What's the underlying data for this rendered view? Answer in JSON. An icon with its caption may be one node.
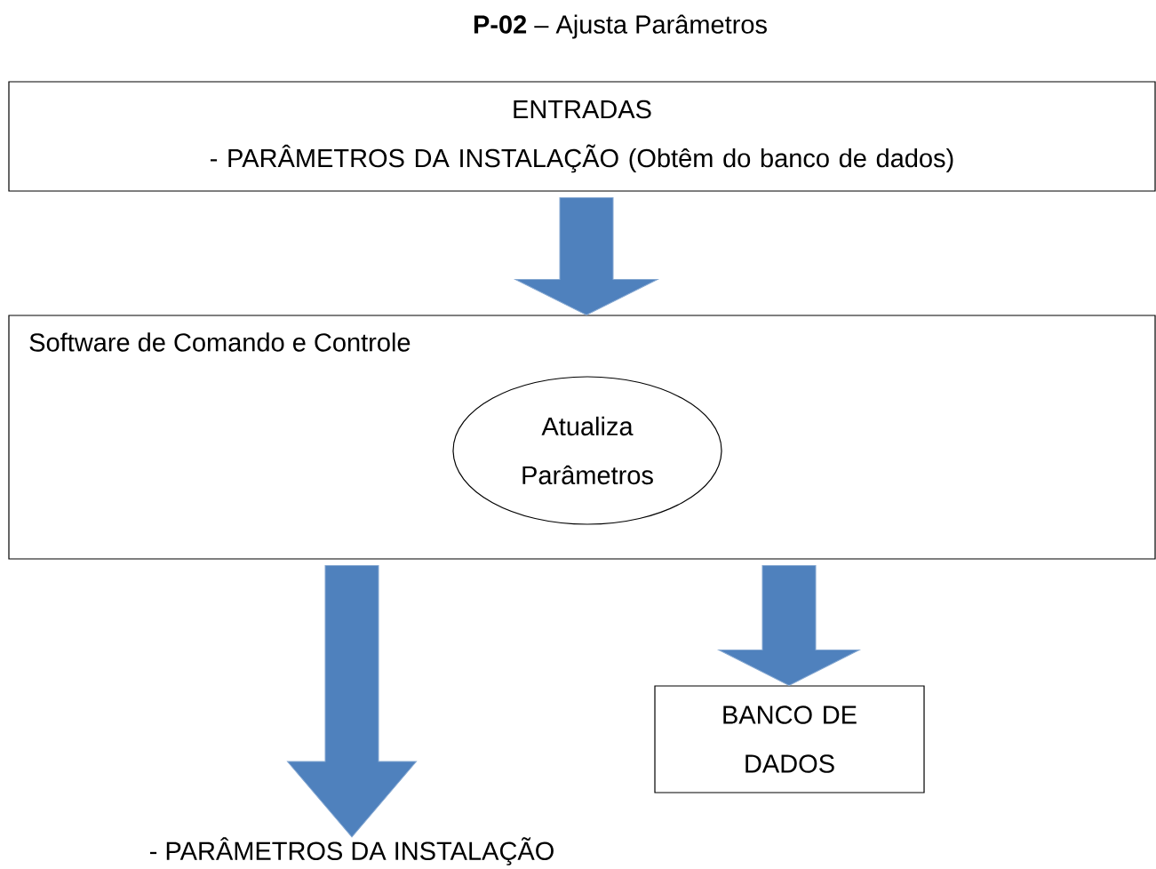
{
  "diagram": {
    "title": "**P-02** – Ajusta Parâmetros",
    "nodes": [
      {
        "text": [
          "ENTRADAS",
          "- PARÂMETROS DA INSTALAÇÃO (Obtêm do banco de dados)"
        ]
      },
      {
        "text": [
          "Software de Comando e Controle"
        ]
      },
      {
        "text": [
          "Atualiza Parâmetros"
        ],
        "in": 1
      },
      {
        "text": [
          "BANCO DE DADOS"
        ]
      },
      {
        "text": [
          "- PARÂMETROS DA INSTALAÇÃO"
        ]
      }
    ],
    "edges": [
      {
        "from": 0,
        "to": 1,
        "arrow": "to"
      },
      {
        "from": 1,
        "to": 4,
        "arrow": "to"
      },
      {
        "from": 1,
        "to": 3,
        "arrow": "to"
      }
    ]
  }
}
